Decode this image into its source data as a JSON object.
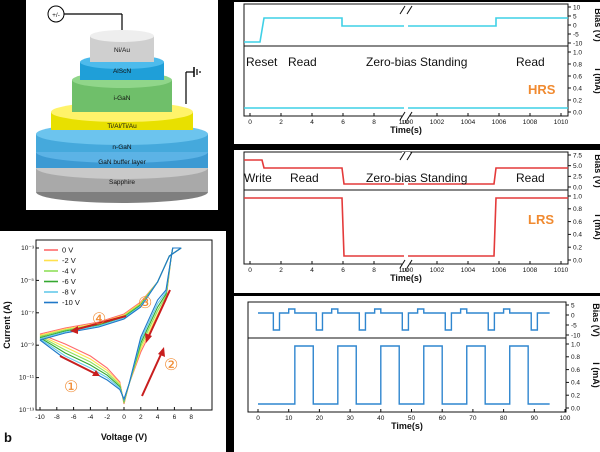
{
  "device": {
    "terminal_symbol": "+/-",
    "layers": [
      "Ni/Au",
      "AlScN",
      "i-GaN",
      "Ti/Al/Ti/Au",
      "n-GaN",
      "GaN buffer layer",
      "Sapphire"
    ]
  },
  "iv_plot": {
    "panel_label": "b",
    "xlabel": "Voltage (V)",
    "ylabel": "Current (A)",
    "xticks": [
      "-10",
      "-8",
      "-6",
      "-4",
      "-2",
      "0",
      "2",
      "4",
      "6",
      "8"
    ],
    "yticks": [
      "10⁻¹³",
      "10⁻¹¹",
      "10⁻⁹",
      "10⁻⁷",
      "10⁻⁵",
      "10⁻³"
    ],
    "legend": [
      "0 V",
      "-2 V",
      "-4 V",
      "-6 V",
      "-8 V",
      "-10 V"
    ],
    "sweep_markers": [
      "①",
      "②",
      "③",
      "④"
    ]
  },
  "panel_hrs": {
    "phases": [
      "Reset",
      "Read",
      "Zero-bias Standing",
      "Read"
    ],
    "state_label": "HRS",
    "bias_label": "Bias (V)",
    "current_label": "I (mA)",
    "time_label": "Time(s)",
    "bias_ticks": [
      "10",
      "5",
      "0",
      "-5",
      "-10"
    ],
    "current_ticks": [
      "1.0",
      "0.8",
      "0.6",
      "0.4",
      "0.2",
      "0.0"
    ],
    "time_ticks": [
      "0",
      "2",
      "4",
      "6",
      "8",
      "10",
      "1000",
      "1002",
      "1004",
      "1006",
      "1008",
      "1010"
    ]
  },
  "panel_lrs": {
    "phases": [
      "Write",
      "Read",
      "Zero-bias Standing",
      "Read"
    ],
    "state_label": "LRS",
    "bias_label": "Bias (V)",
    "current_label": "I (mA)",
    "time_label": "Time(s)",
    "bias_ticks": [
      "7.5",
      "5.0",
      "2.5",
      "0.0"
    ],
    "current_ticks": [
      "1.0",
      "0.8",
      "0.6",
      "0.4",
      "0.2",
      "0.0"
    ],
    "time_ticks": [
      "0",
      "2",
      "4",
      "6",
      "8",
      "10",
      "1000",
      "1002",
      "1004",
      "1006",
      "1008",
      "1010"
    ]
  },
  "panel_cycle": {
    "bias_label": "Bias (V)",
    "current_label": "I (mA)",
    "time_label": "Time(s)",
    "bias_ticks": [
      "5",
      "0",
      "-5",
      "-10"
    ],
    "current_ticks": [
      "1.0",
      "0.8",
      "0.6",
      "0.4",
      "0.2",
      "0.0"
    ],
    "time_ticks": [
      "0",
      "10",
      "20",
      "30",
      "40",
      "50",
      "60",
      "70",
      "80",
      "90",
      "100"
    ]
  },
  "colors": {
    "cyan": "#3fd0e6",
    "red": "#e43a3a",
    "blue": "#2f86cf",
    "orange": "#f08a30"
  }
}
